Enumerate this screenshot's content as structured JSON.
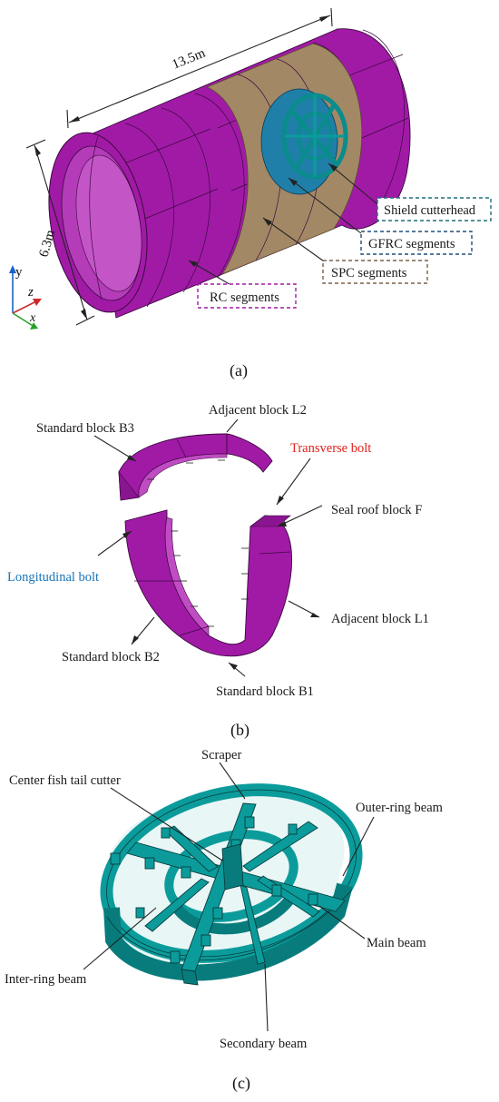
{
  "panel_a": {
    "caption": "(a)",
    "dim_length": "13.5m",
    "dim_diameter": "6.3m",
    "axes": {
      "y": "y",
      "z": "z",
      "x": "x"
    },
    "labels": {
      "shield_cutterhead": "Shield cutterhead",
      "gfrc_segments": "GFRC segments",
      "spc_segments": "SPC segments",
      "rc_segments": "RC segments"
    },
    "colors": {
      "rc_segments": "#a11aa6",
      "spc_segments": "#a38866",
      "gfrc_segments": "#1f7fa8",
      "cutterhead": "#0c9b9b"
    }
  },
  "panel_b": {
    "caption": "(b)",
    "labels": {
      "adjacent_block_l2": "Adjacent block L2",
      "standard_block_b3": "Standard block B3",
      "transverse_bolt": "Transverse bolt",
      "seal_roof_block_f": "Seal roof block F",
      "longitudinal_bolt": "Longitudinal bolt",
      "adjacent_block_l1": "Adjacent block L1",
      "standard_block_b2": "Standard block B2",
      "standard_block_b1": "Standard block  B1"
    },
    "colors": {
      "transverse_bolt": "#e0201a",
      "longitudinal_bolt": "#1a75b8",
      "segment": "#a11aa6"
    }
  },
  "panel_c": {
    "caption": "(c)",
    "labels": {
      "scraper": "Scraper",
      "center_fish_tail_cutter": "Center fish tail cutter",
      "outer_ring_beam": "Outer-ring beam",
      "main_beam": "Main beam",
      "inter_ring_beam": "Inter-ring beam",
      "secondary_beam": "Secondary beam"
    },
    "colors": {
      "cutterhead": "#0c9b9b"
    }
  }
}
